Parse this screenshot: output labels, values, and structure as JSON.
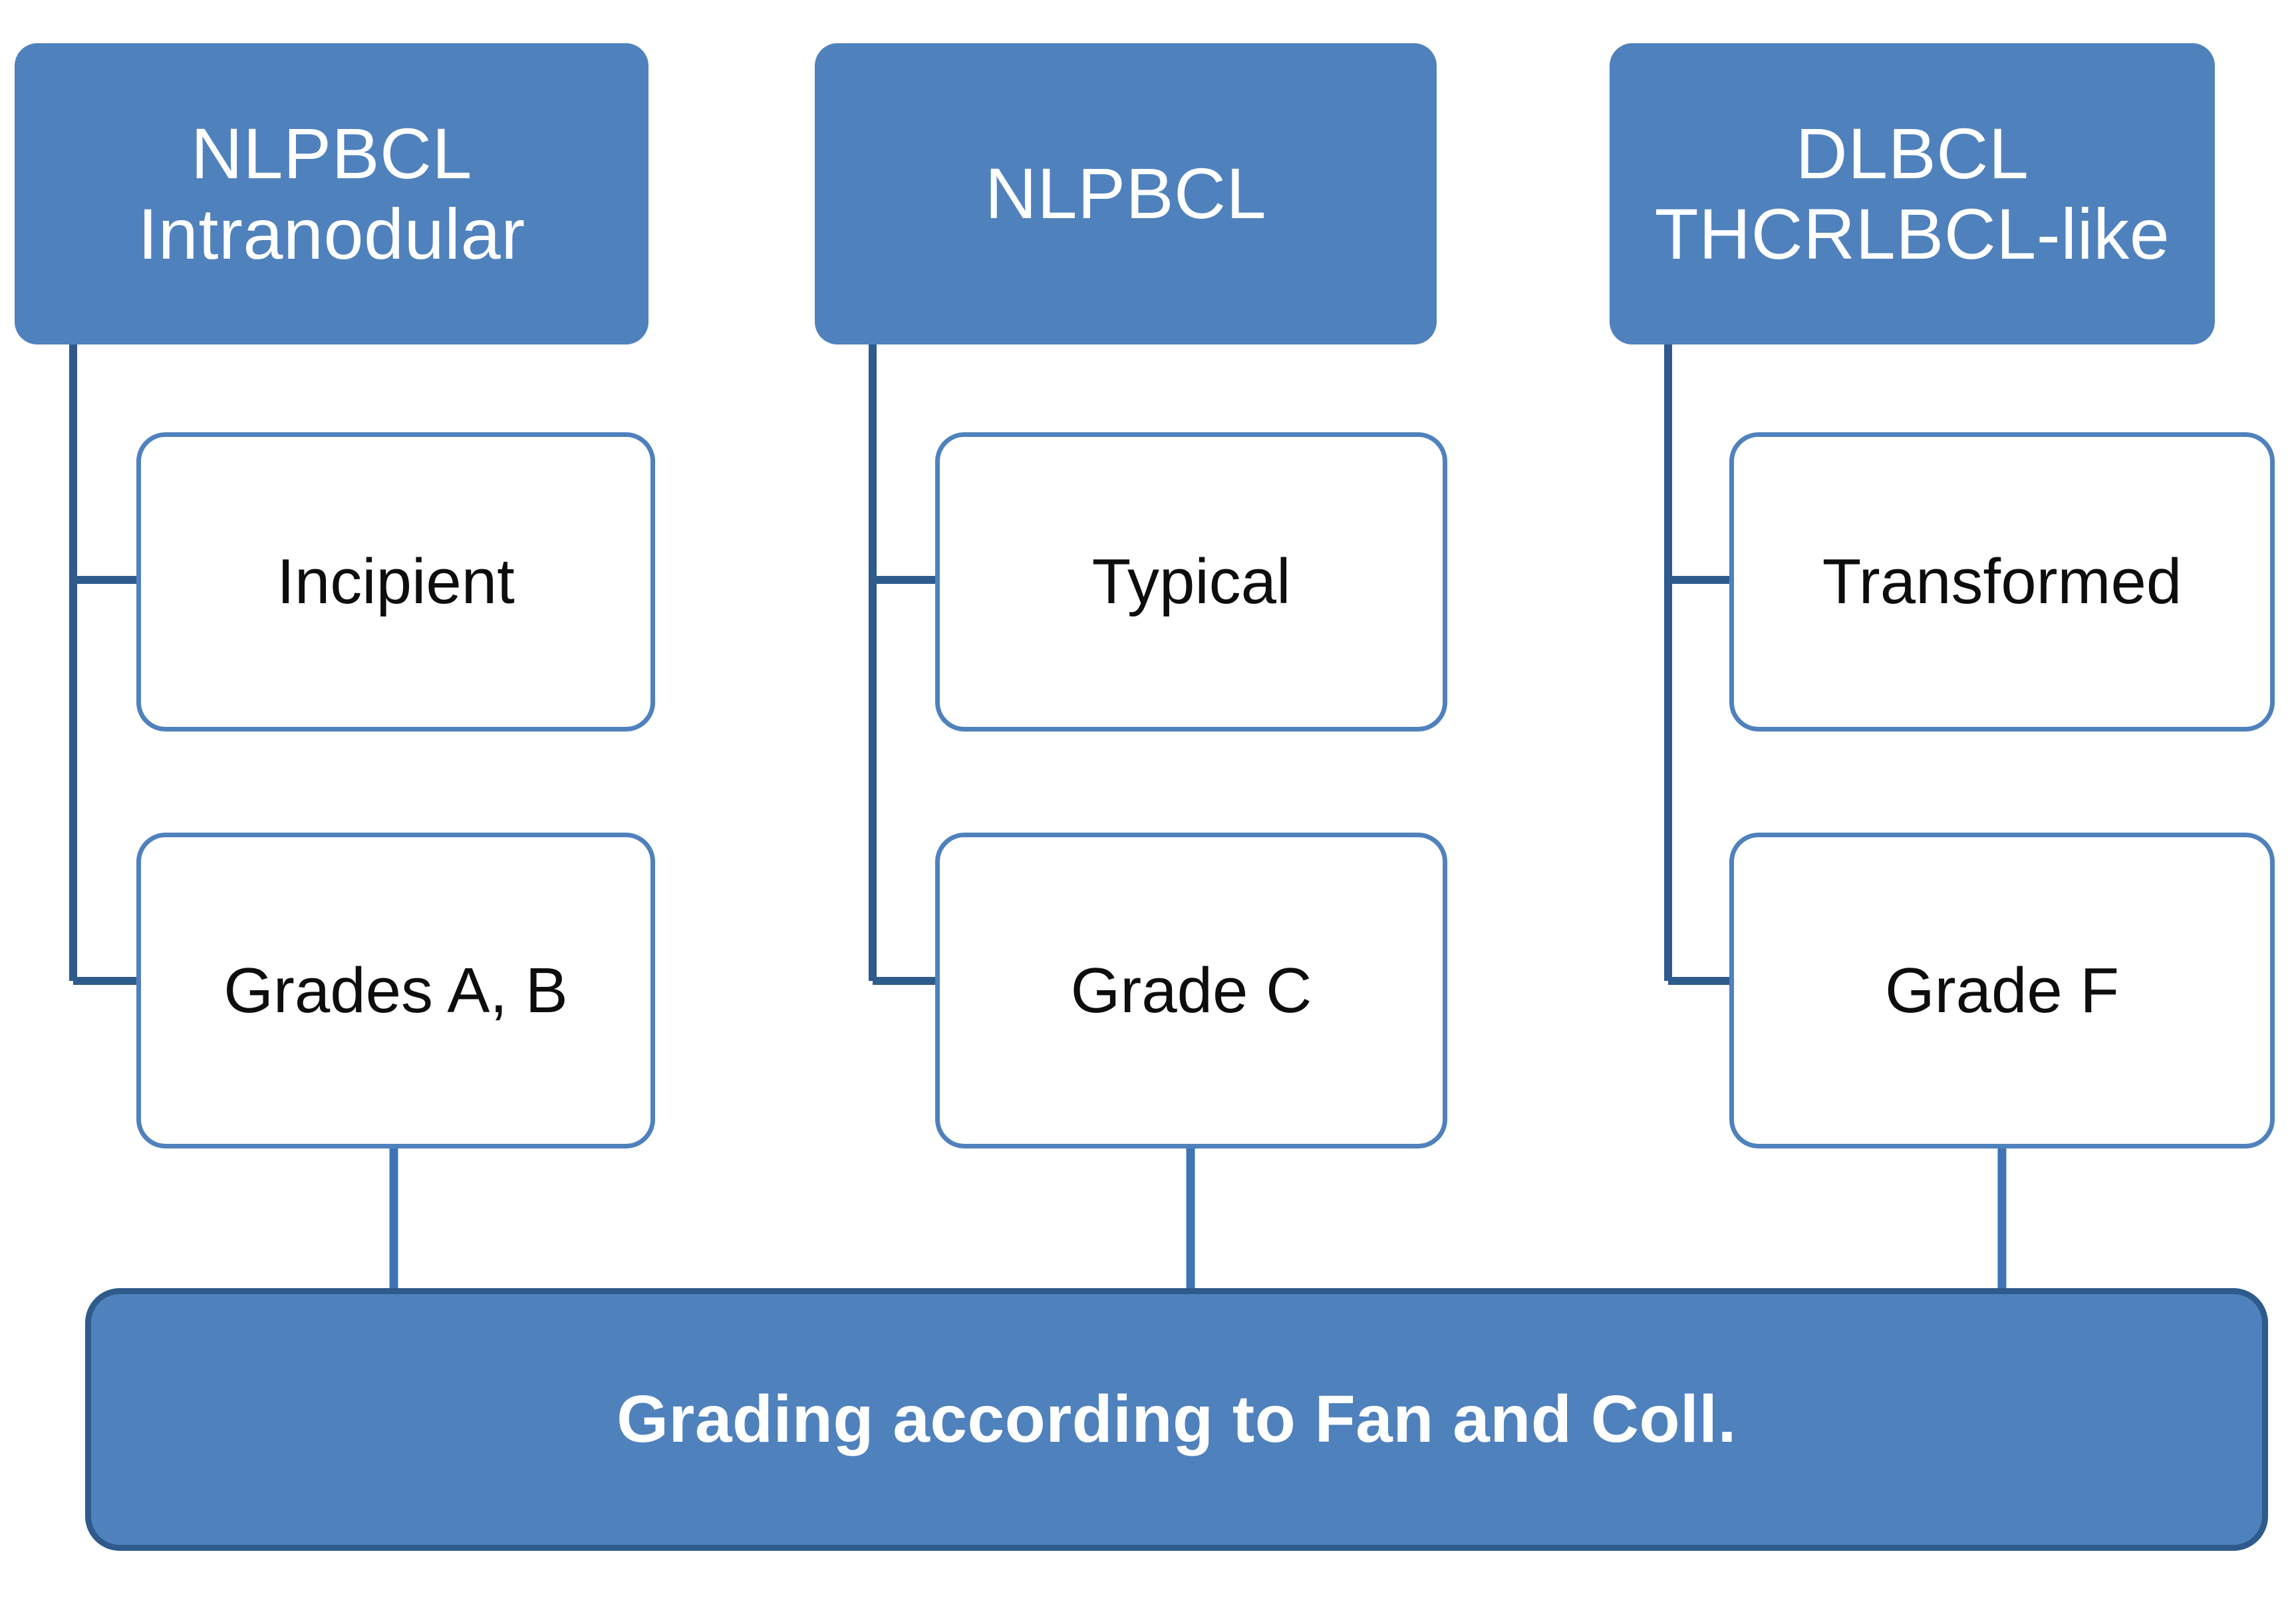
{
  "diagram": {
    "type": "hierarchy-flowchart",
    "title": "NLPBCL / DLBCL grading hierarchy",
    "colors": {
      "header_fill": "#4F81BD",
      "header_text": "#FFFFFF",
      "sub_box_fill": "#FFFFFF",
      "sub_box_border": "#4F81BD",
      "sub_box_text": "#0D0D0D",
      "connector_light": "#4F81BD",
      "connector_dark": "#2E5B8C",
      "banner_fill": "#4F81BD",
      "banner_border": "#2E5B8C",
      "banner_text": "#FFFFFF",
      "background": "#FFFFFF"
    },
    "columns": [
      {
        "id": "column-1",
        "header": "NLPBCL\nIntranodular",
        "header_lines": [
          "NLPBCL",
          "Intranodular"
        ],
        "children": [
          {
            "id": "node-incipient",
            "label": "Incipient"
          },
          {
            "id": "node-grades-a-b",
            "label": "Grades A, B"
          }
        ]
      },
      {
        "id": "column-2",
        "header": "NLPBCL",
        "header_lines": [
          "NLPBCL"
        ],
        "children": [
          {
            "id": "node-typical",
            "label": "Typical"
          },
          {
            "id": "node-grade-c",
            "label": "Grade C"
          }
        ]
      },
      {
        "id": "column-3",
        "header": "DLBCL\nTHCRLBCL-like",
        "header_lines": [
          "DLBCL",
          "THCRLBCL-like"
        ],
        "children": [
          {
            "id": "node-transformed",
            "label": "Transformed"
          },
          {
            "id": "node-grade-f",
            "label": "Grade F"
          }
        ]
      }
    ],
    "footer": {
      "id": "footer-banner",
      "label": "Grading according to Fan and Coll."
    }
  }
}
